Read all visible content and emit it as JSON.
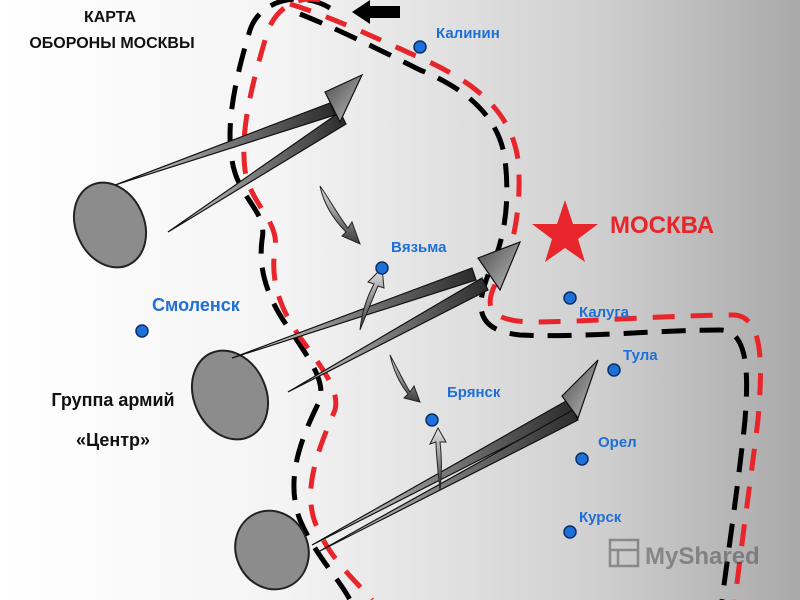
{
  "title": {
    "line1": "КАРТА",
    "line2": "ОБОРОНЫ МОСКВЫ"
  },
  "capital": {
    "name": "МОСКВА",
    "color": "#e8252b"
  },
  "cities": {
    "kalinin": "Калинин",
    "vyazma": "Вязьма",
    "smolensk": "Смоленск",
    "kaluga": "Калуга",
    "tula": "Тула",
    "bryansk": "Брянск",
    "orel": "Орел",
    "kursk": "Курск"
  },
  "army_group": {
    "line1": "Группа армий",
    "line2": "«Центр»"
  },
  "watermark": "MyShared",
  "colors": {
    "city_text": "#1f6fd8",
    "city_dot": "#1f6fd8",
    "front_red": "#e8252b",
    "front_black": "#000000"
  }
}
